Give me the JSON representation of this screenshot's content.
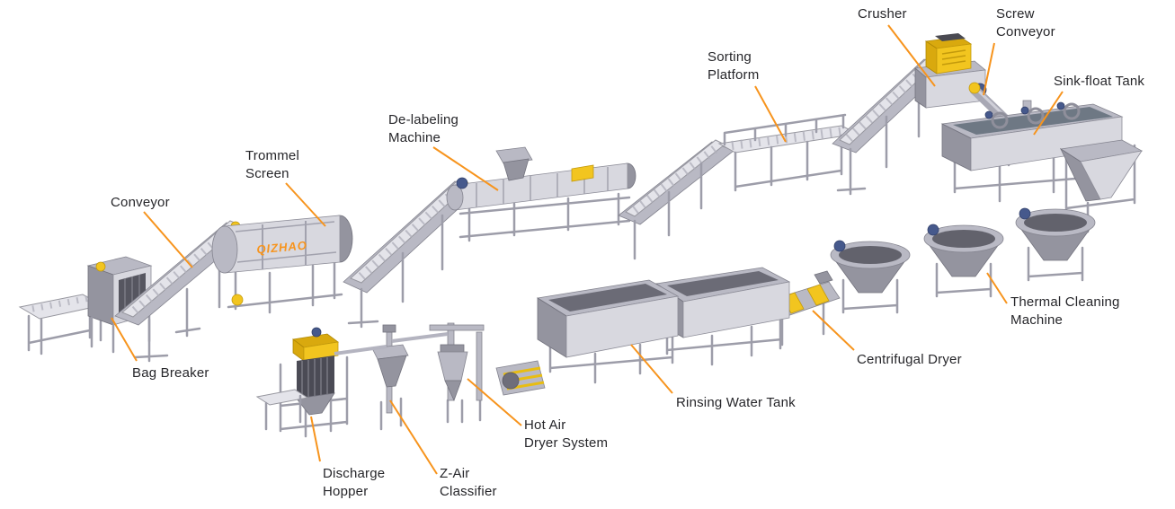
{
  "diagram": {
    "type": "process-flow-diagram",
    "subject": "Plastic recycling washing line",
    "background_color": "#ffffff",
    "accent_color": "#f7941d",
    "label_color": "#26262a",
    "brand": "QIZHAO",
    "labels": {
      "conveyor": "Conveyor",
      "bag_breaker": "Bag Breaker",
      "trommel_screen": "Trommel\nScreen",
      "delabeling_machine": "De-labeling\nMachine",
      "sorting_platform": "Sorting\nPlatform",
      "crusher": "Crusher",
      "screw_conveyor": "Screw\nConveyor",
      "sink_float_tank": "Sink-float Tank",
      "thermal_cleaning_machine": "Thermal Cleaning\nMachine",
      "centrifugal_dryer": "Centrifugal Dryer",
      "rinsing_water_tank": "Rinsing Water Tank",
      "hot_air_dryer_system": "Hot Air\nDryer System",
      "z_air_classifier": "Z-Air\nClassifier",
      "discharge_hopper": "Discharge\nHopper"
    }
  }
}
